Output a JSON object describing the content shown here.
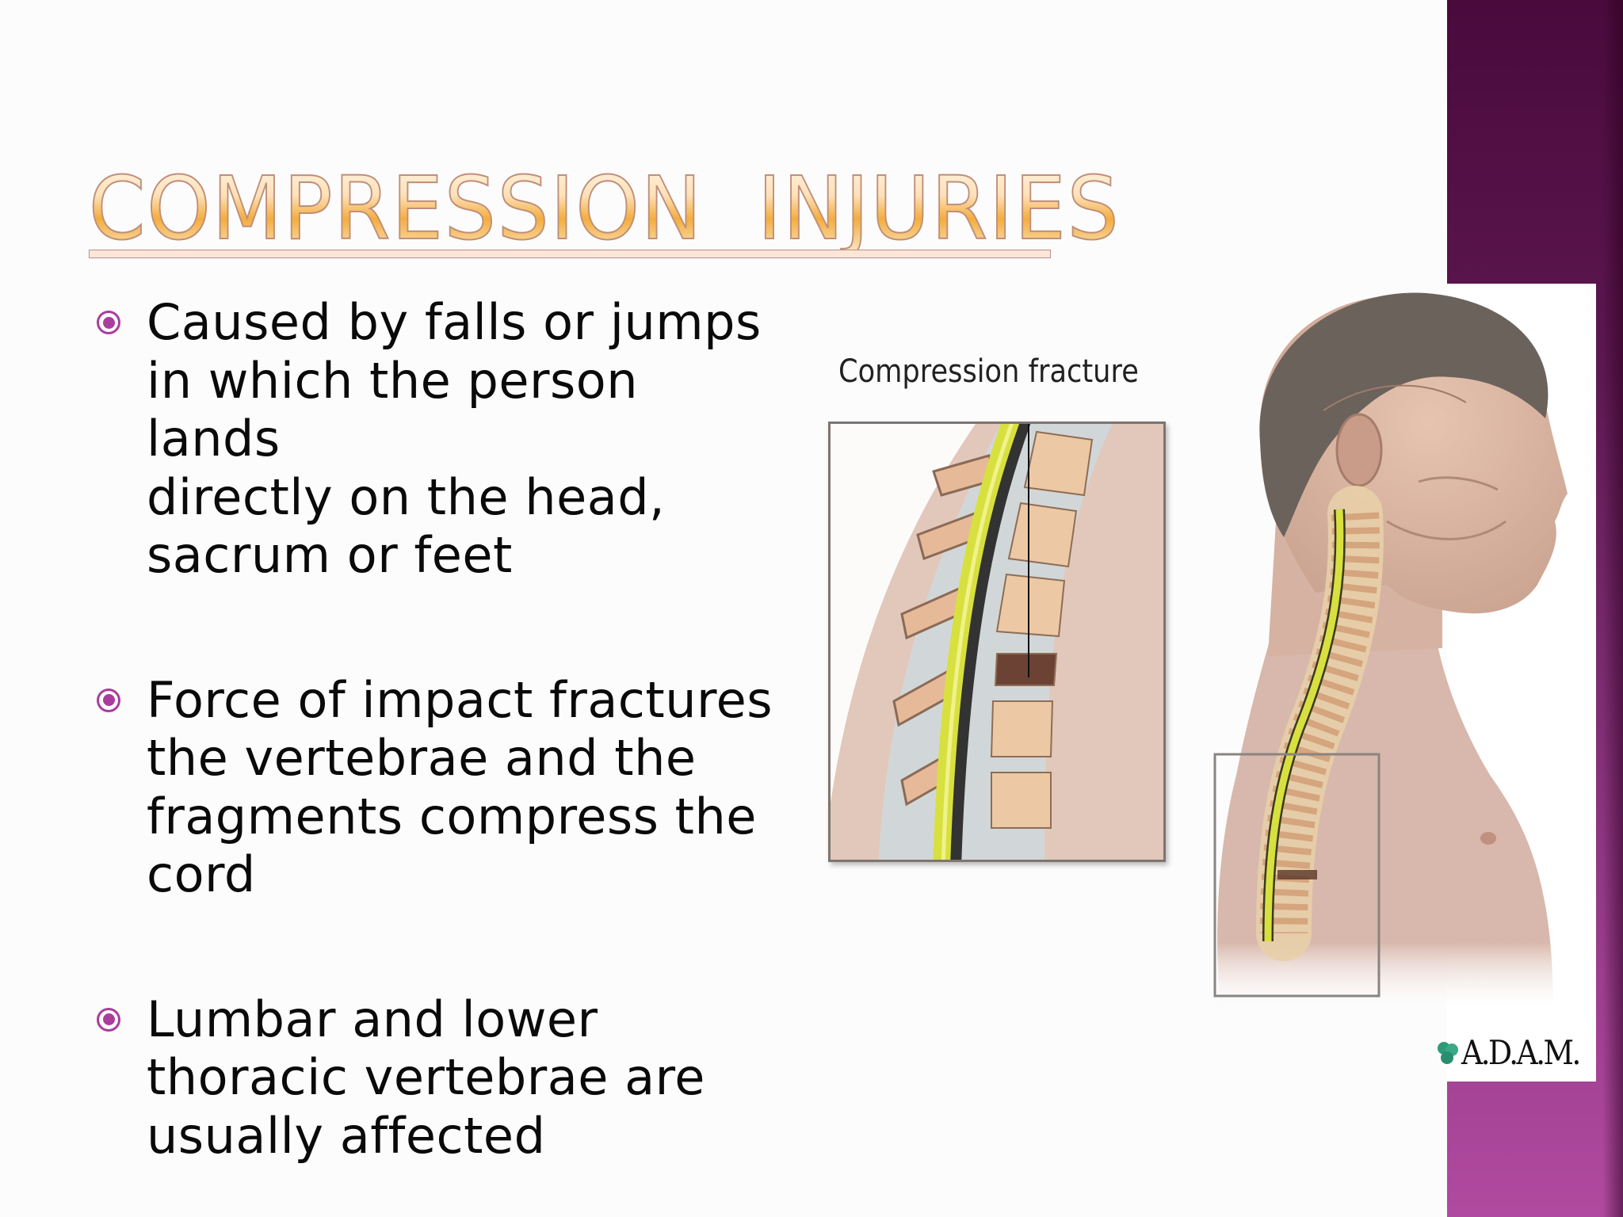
{
  "slide": {
    "title": "COMPRESSION  INJURIES",
    "bullets": [
      {
        "icon": "ring-dot-bullet-icon",
        "lines": [
          "Caused by falls or jumps",
          "in which the person lands",
          "directly on the head,",
          "sacrum or feet"
        ]
      },
      {
        "icon": "ring-dot-bullet-icon",
        "lines": [
          "Force of impact fractures",
          "the vertebrae and the",
          "fragments compress the",
          "cord"
        ]
      },
      {
        "icon": "ring-dot-bullet-icon",
        "lines": [
          "Lumbar and lower",
          "thoracic vertebrae are",
          "usually affected"
        ]
      }
    ]
  },
  "figure": {
    "caption": "Compression fracture",
    "logo": "A.D.A.M."
  },
  "colors": {
    "accent_purple_top": "#4a0a3c",
    "accent_purple_bottom": "#b04aa0",
    "bullet": "#a93d9c",
    "title_orange": "#f3ad3e",
    "spinal_cord": "#d8e040",
    "background": "#fdfcfd"
  }
}
